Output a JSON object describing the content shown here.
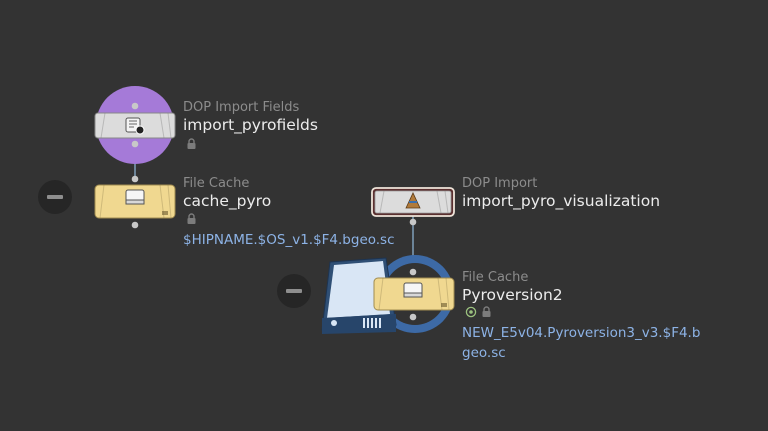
{
  "colors": {
    "background": "#333333",
    "file_cache_node": "#f0d890",
    "dop_node": "#dcdcdc",
    "dop_import_fields_badge": "#a57ad8",
    "file_cache_display_badge": "#3d6aa6",
    "path_text": "#8db3e6",
    "type_text": "#8c8c8c",
    "name_text": "#ececec",
    "wire": "#7f9fba"
  },
  "nodes": [
    {
      "id": "import_pyrofields",
      "type": "DOP Import Fields",
      "name": "import_pyrofields",
      "icon": "dop-fields-icon",
      "flags": [
        "lock-icon"
      ]
    },
    {
      "id": "cache_pyro",
      "type": "File Cache",
      "name": "cache_pyro",
      "icon": "disk-drive-icon",
      "path": "$HIPNAME.$OS_v1.$F4.bgeo.sc",
      "flags": [
        "lock-icon"
      ]
    },
    {
      "id": "import_pyro_visualization",
      "type": "DOP Import",
      "name": "import_pyro_visualization",
      "icon": "dop-import-icon"
    },
    {
      "id": "Pyroversion2",
      "type": "File Cache",
      "name": "Pyroversion2",
      "icon": "disk-drive-icon",
      "path_line1": "NEW_E5v04.Pyroversion3_v3.$F4.b",
      "path_line2": "geo.sc",
      "flags": [
        "display-flag-icon",
        "lock-icon"
      ]
    }
  ]
}
